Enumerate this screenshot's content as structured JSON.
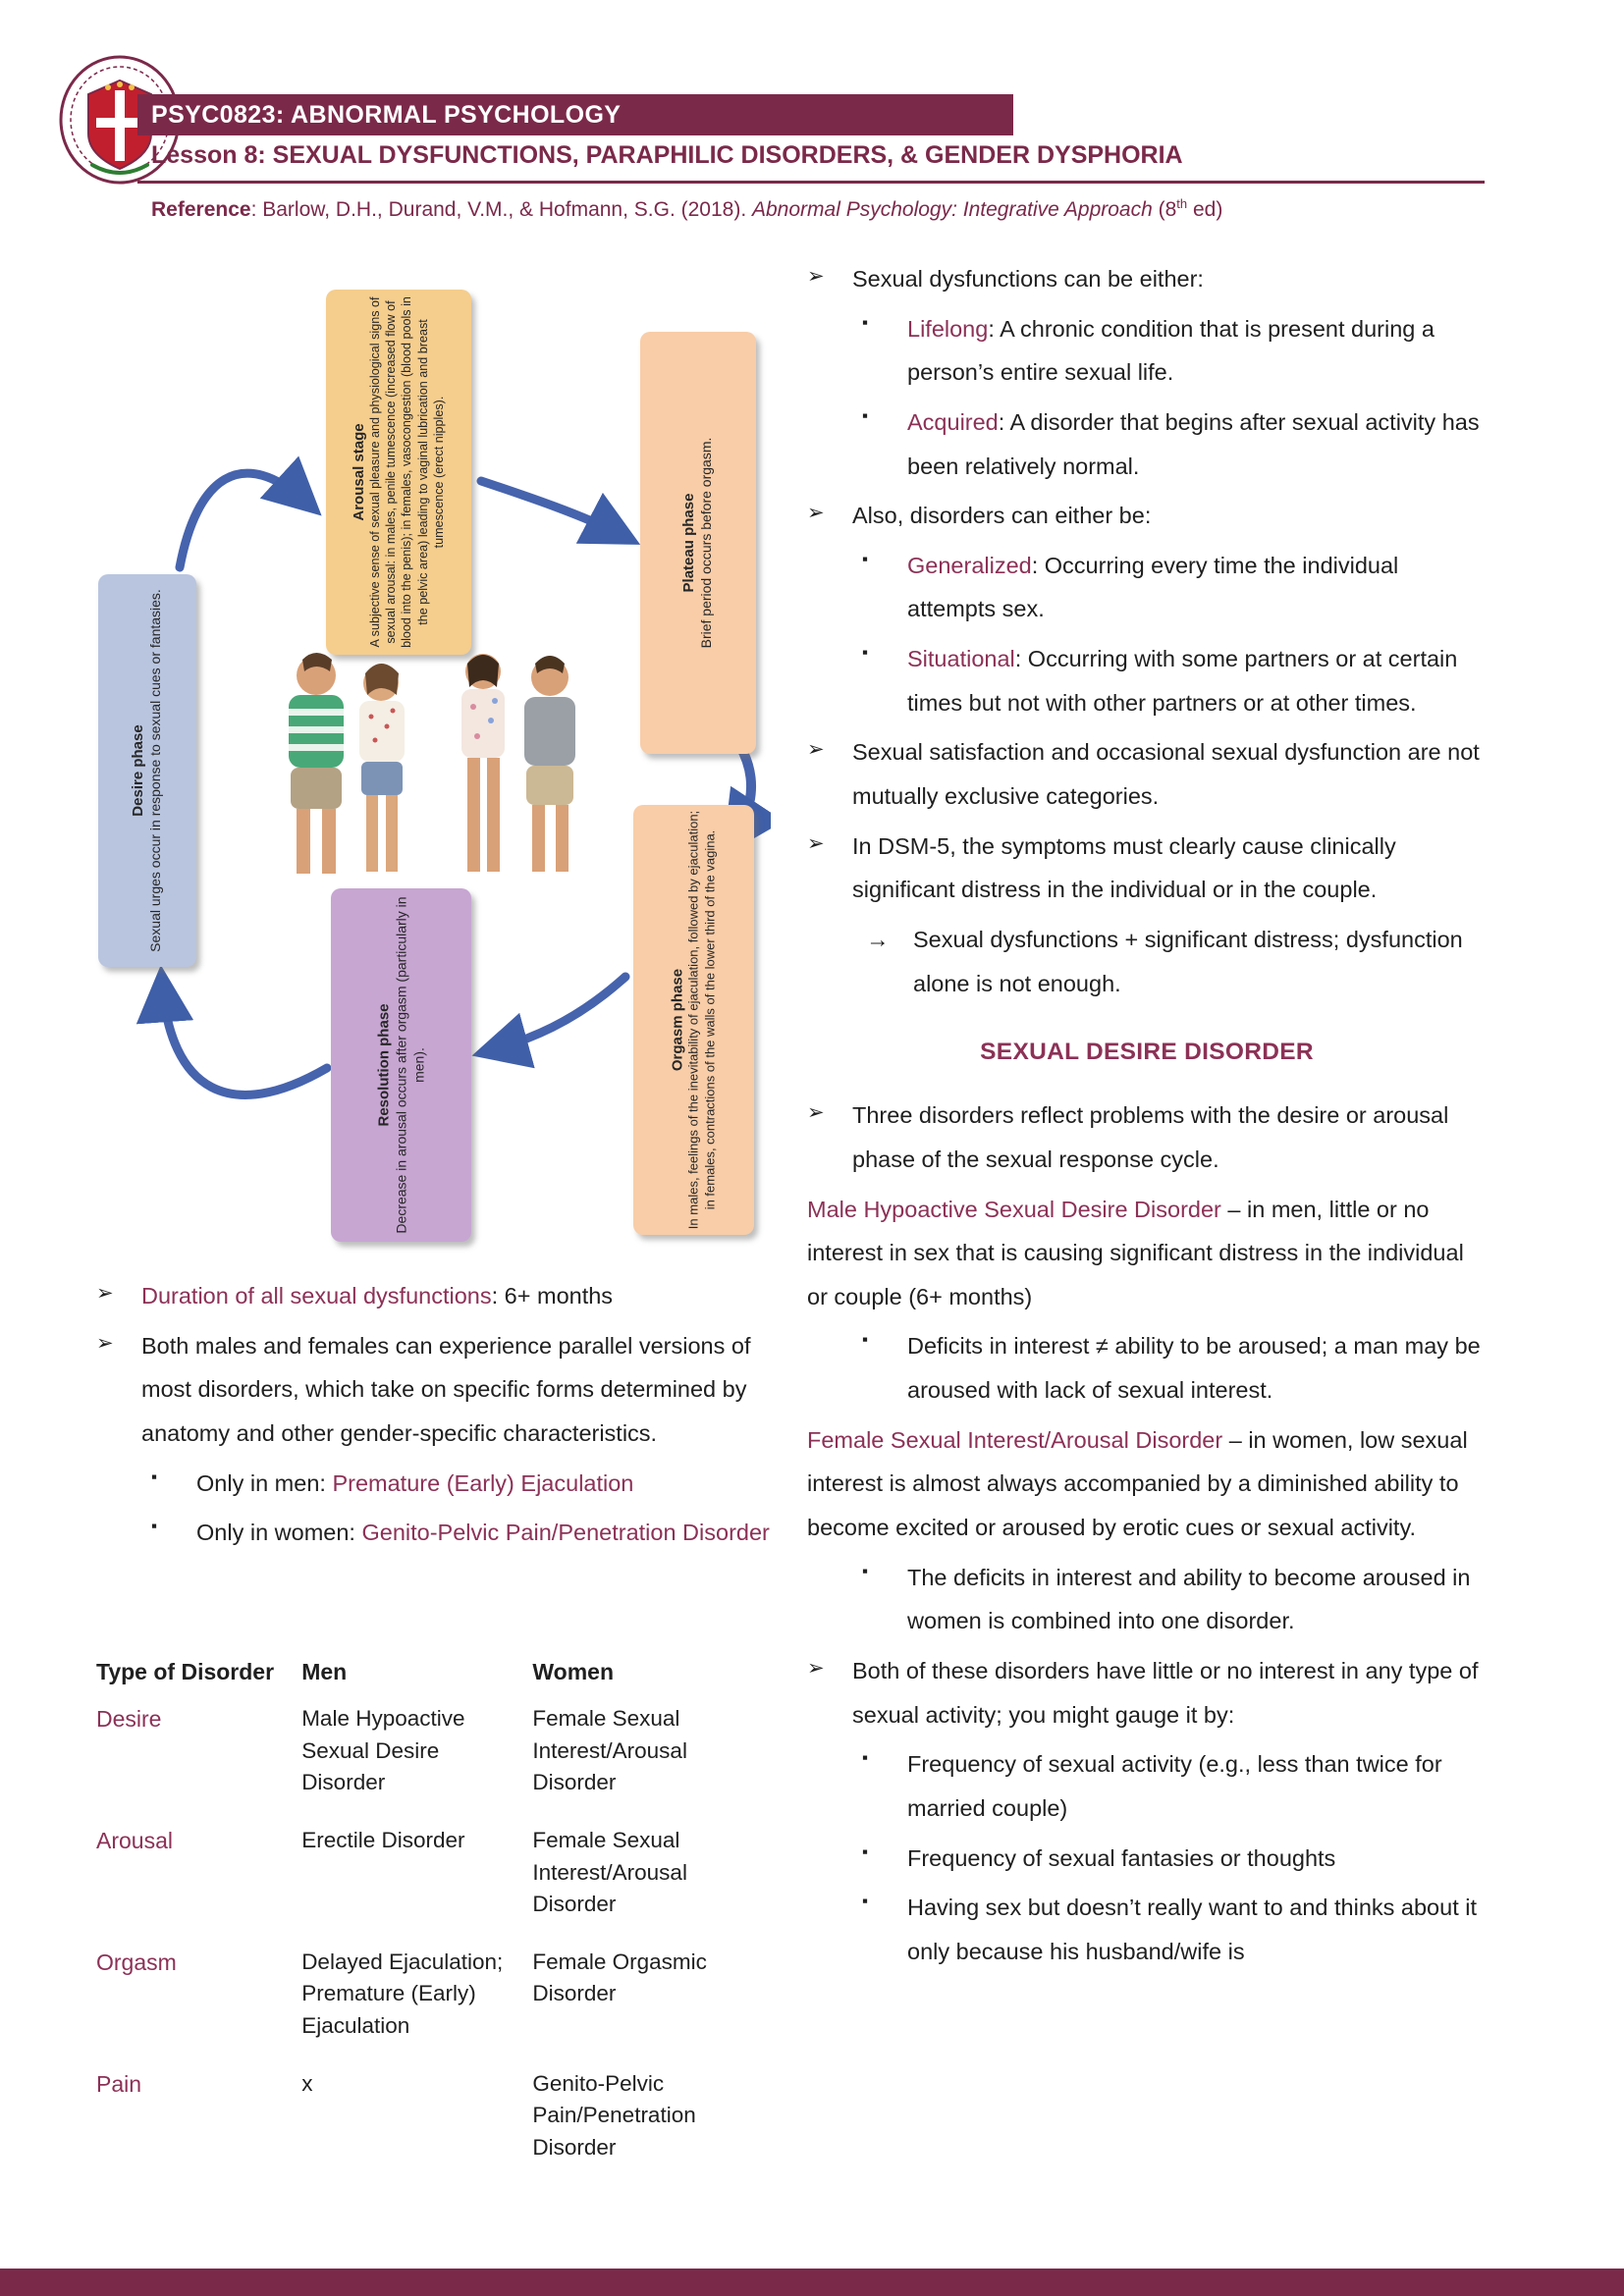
{
  "colors": {
    "maroon": "#7b2949",
    "accent_text": "#8c3156",
    "arrow_blue": "#4663ad",
    "box_desire": "#b9c5df",
    "box_arousal": "#f5cd8d",
    "box_plateau": "#f8cda8",
    "box_orgasm": "#f8cda8",
    "box_resolution": "#c7a6d2"
  },
  "markers": {
    "arrow_bullet": "➢",
    "square_bullet": "▪",
    "arrow_right": "→"
  },
  "header": {
    "course_title": "PSYC0823: ABNORMAL PSYCHOLOGY",
    "lesson_title": "Lesson 8: SEXUAL DYSFUNCTIONS, PARAPHILIC DISORDERS, & GENDER DYSPHORIA",
    "reference": {
      "label": "Reference",
      "citation": ": Barlow, D.H., Durand, V.M., & Hofmann, S.G. (2018). ",
      "book_italic": "Abnormal Psychology: Integrative Approach",
      "edition_pre": " (8",
      "edition_sup": "th",
      "edition_post": " ed)"
    }
  },
  "cycle_diagram": {
    "phases": {
      "desire": {
        "title": "Desire phase",
        "description": "Sexual urges occur in response to sexual cues or fantasies."
      },
      "arousal": {
        "title": "Arousal stage",
        "description": "A subjective sense of sexual pleasure and physiological signs of sexual arousal: in males, penile tumescence (increased flow of blood into the penis); in females, vasocongestion (blood pools in the pelvic area) leading to vaginal lubrication and breast tumescence (erect nipples)."
      },
      "plateau": {
        "title": "Plateau phase",
        "description": "Brief period occurs before orgasm."
      },
      "orgasm": {
        "title": "Orgasm phase",
        "description": "In males, feelings of the inevitability of ejaculation, followed by ejaculation; in females, contractions of the walls of the lower third of the vagina."
      },
      "resolution": {
        "title": "Resolution phase",
        "description": "Decrease in arousal occurs after orgasm (particularly in men)."
      }
    }
  },
  "left_column": {
    "bullet_duration": {
      "term": "Duration of all sexual dysfunctions",
      "rest": ": 6+ months"
    },
    "bullet_parallel": "Both males and females can experience parallel versions of most disorders, which take on specific forms determined by anatomy and other gender-specific characteristics.",
    "sub_men": {
      "plain": "Only in men: ",
      "term": "Premature (Early) Ejaculation"
    },
    "sub_women": {
      "plain": "Only in women: ",
      "term": "Genito-Pelvic Pain/Penetration Disorder"
    },
    "table": {
      "headers": [
        "Type of Disorder",
        "Men",
        "Women"
      ],
      "rows": [
        {
          "type": "Desire",
          "men": "Male Hypoactive Sexual Desire Disorder",
          "women": "Female Sexual Interest/Arousal Disorder"
        },
        {
          "type": "Arousal",
          "men": "Erectile Disorder",
          "women": "Female Sexual Interest/Arousal Disorder"
        },
        {
          "type": "Orgasm",
          "men": "Delayed Ejaculation; Premature (Early) Ejaculation",
          "women": "Female Orgasmic Disorder"
        },
        {
          "type": "Pain",
          "men": "x",
          "women": "Genito-Pelvic Pain/Penetration Disorder"
        }
      ]
    }
  },
  "right_column": {
    "b1": "Sexual dysfunctions can be either:",
    "s1": {
      "term": "Lifelong",
      "rest": ": A chronic condition that is present during a person’s entire sexual life."
    },
    "s2": {
      "term": "Acquired",
      "rest": ": A disorder that begins after sexual activity has been relatively normal."
    },
    "b2": "Also, disorders can either be:",
    "s3": {
      "term": "Generalized",
      "rest": ": Occurring every time the individual attempts sex."
    },
    "s4": {
      "term": "Situational",
      "rest": ": Occurring with some partners or at certain times but not with other partners or at other times."
    },
    "b3": "Sexual satisfaction and occasional sexual dysfunction are not mutually exclusive categories.",
    "b4": "In DSM-5, the symptoms must clearly cause clinically significant distress in the individual or in the couple.",
    "arrow_note": "Sexual dysfunctions + significant distress; dysfunction alone is not enough.",
    "section_heading": "SEXUAL DESIRE DISORDER",
    "b5": "Three disorders reflect problems with the desire or arousal phase of the sexual response cycle.",
    "p1": {
      "term": "Male Hypoactive Sexual Desire Disorder",
      "rest": " – in men, little or no interest in sex that is causing significant distress in the individual or couple (6+ months)"
    },
    "s5": "Deficits in interest ≠ ability to be aroused; a man may be aroused with lack of sexual interest.",
    "p2": {
      "term": "Female Sexual Interest/Arousal Disorder",
      "rest": " – in women, low sexual interest is almost always accompanied by a diminished ability to become excited or aroused by erotic cues or sexual activity."
    },
    "s6": "The deficits in interest and ability to become aroused in women is combined into one disorder.",
    "b6": "Both of these disorders have little or no interest in any type of sexual activity; you might gauge it by:",
    "s7": "Frequency of sexual activity (e.g., less than twice for married couple)",
    "s8": "Frequency of sexual fantasies or thoughts",
    "s9": "Having sex but doesn’t really want to and thinks about it only because his husband/wife is"
  }
}
